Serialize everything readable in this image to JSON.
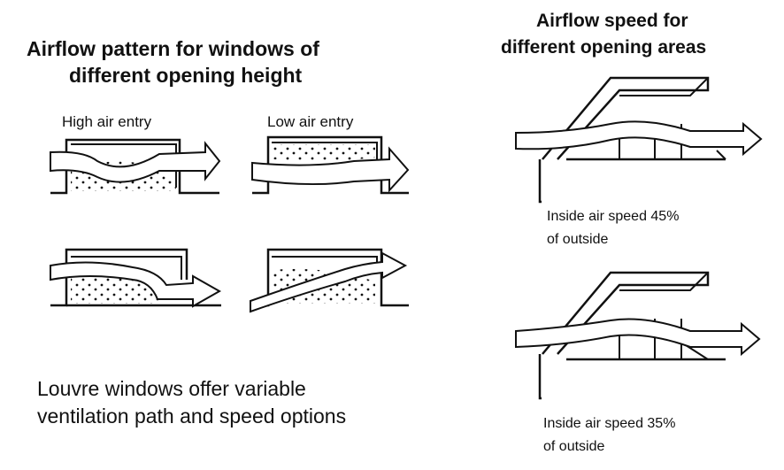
{
  "left": {
    "title_line1": "Airflow pattern for windows of",
    "title_line2": "different opening height",
    "label_high": "High air entry",
    "label_low": "Low air entry",
    "caption_line1": "Louvre windows offer variable",
    "caption_line2": "ventilation path and speed options"
  },
  "right": {
    "title_line1": "Airflow speed for",
    "title_line2": "different opening areas",
    "note1_line1": "Inside air speed 45%",
    "note1_line2": "of outside",
    "note2_line1": "Inside air speed 35%",
    "note2_line2": "of outside"
  }
}
